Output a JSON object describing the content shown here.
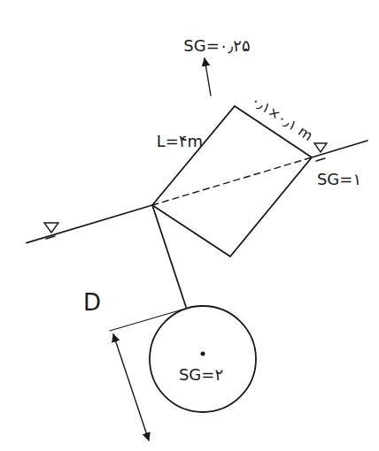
{
  "diagram": {
    "nodes": [
      {
        "text": [
          "SG=۲"
        ]
      }
    ],
    "labels": [
      "SG=۰٫۲۵",
      "L=۴m",
      "۰٫۱×۰٫۱ m",
      "SG=۱",
      "D"
    ]
  }
}
